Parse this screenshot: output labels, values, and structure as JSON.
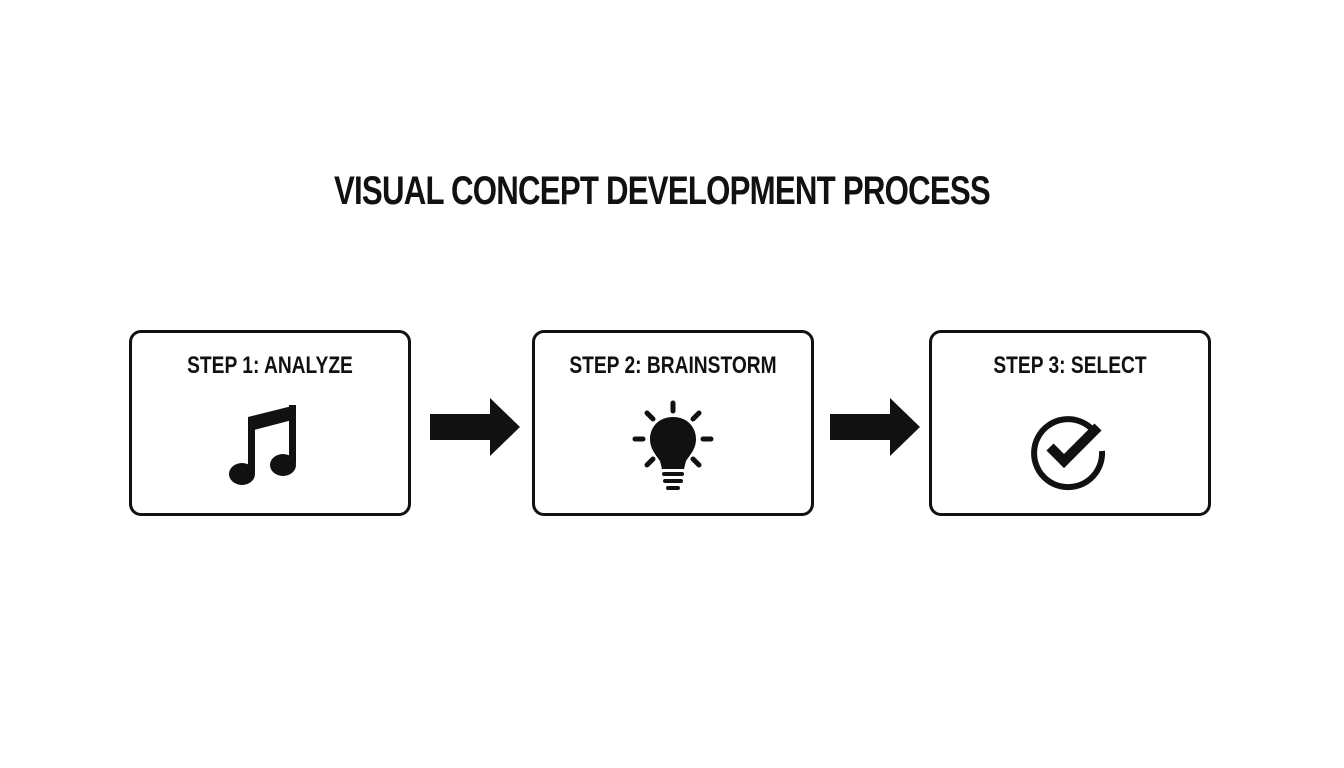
{
  "title": "VISUAL CONCEPT DEVELOPMENT PROCESS",
  "steps": [
    {
      "label": "STEP 1: ANALYZE",
      "icon": "music-note-icon"
    },
    {
      "label": "STEP 2: BRAINSTORM",
      "icon": "lightbulb-icon"
    },
    {
      "label": "STEP 3: SELECT",
      "icon": "check-circle-icon"
    }
  ],
  "connectors": [
    "arrow-right-icon",
    "arrow-right-icon"
  ],
  "colors": {
    "stroke": "#111111",
    "background": "#ffffff"
  }
}
